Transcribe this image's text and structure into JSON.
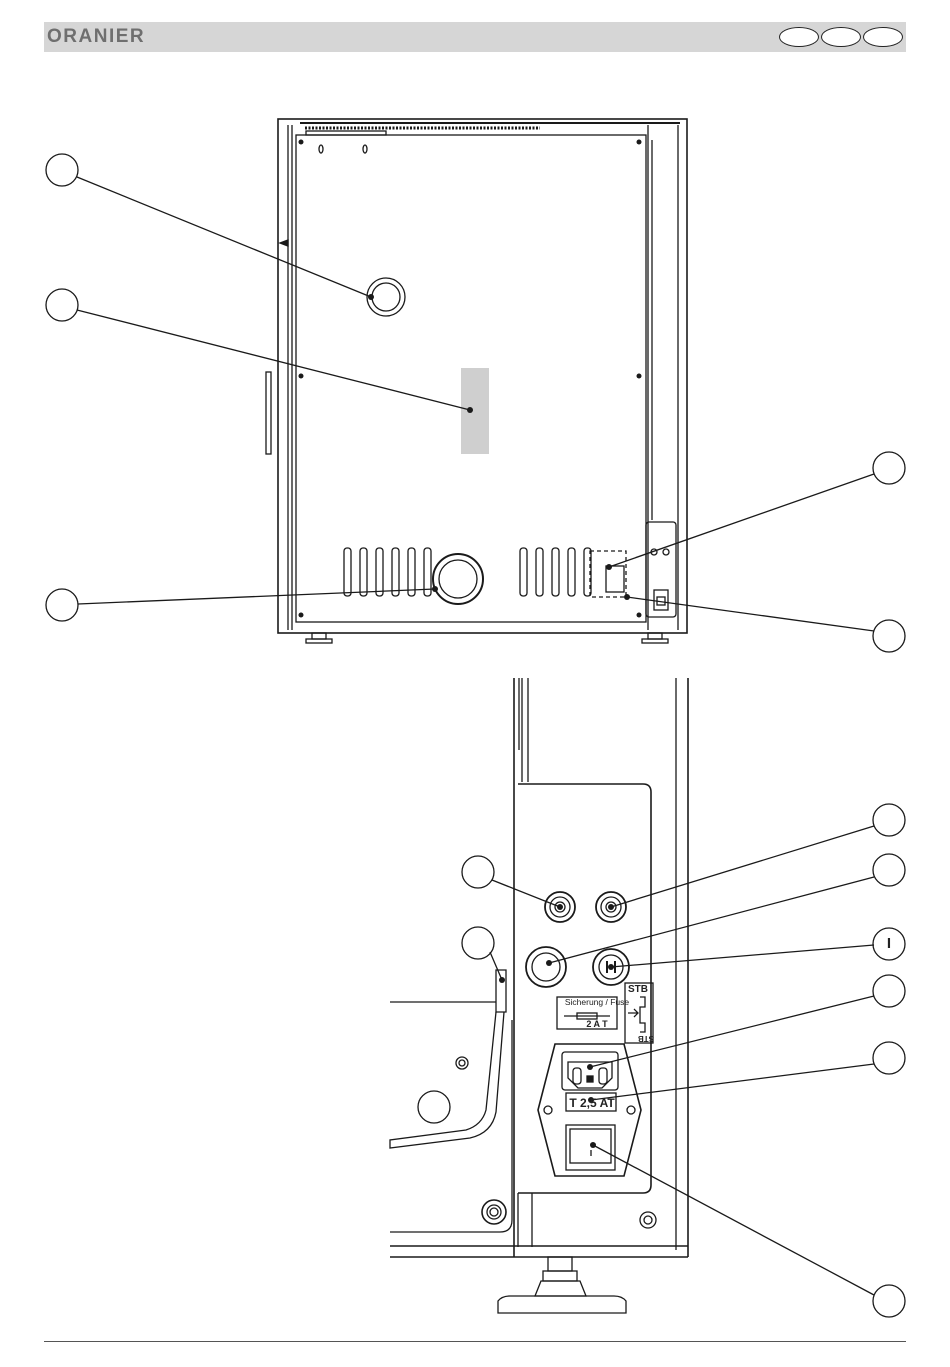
{
  "header": {
    "brand": "ORANIER",
    "language_ovals": [
      "",
      "",
      ""
    ]
  },
  "panel": {
    "fuse_label": "Sicherung / Fuse",
    "fuse_rating": "2 A T",
    "stb_label": "STB",
    "stb_label_rotated": "STB",
    "main_fuse_rating": "T 2,5 AT"
  },
  "callouts": {
    "switch_symbol": "I"
  },
  "colors": {
    "header_bg": "#d6d6d6",
    "brand_text": "#6f6f6f",
    "label_patch": "#cfcfcf",
    "line": "#1a1a1a"
  }
}
